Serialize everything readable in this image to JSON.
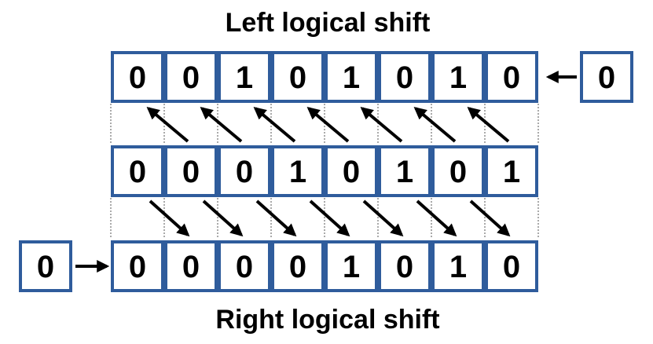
{
  "left_shift": {
    "title": "Left logical shift",
    "bits": [
      "0",
      "0",
      "1",
      "0",
      "1",
      "0",
      "1",
      "0"
    ],
    "fill_in": "0"
  },
  "original": {
    "bits": [
      "0",
      "0",
      "0",
      "1",
      "0",
      "1",
      "0",
      "1"
    ]
  },
  "right_shift": {
    "title": "Right logical shift",
    "bits": [
      "0",
      "0",
      "0",
      "0",
      "1",
      "0",
      "1",
      "0"
    ],
    "fill_in": "0"
  },
  "colors": {
    "cell_border": "#2f5c9c",
    "arrow": "#000000",
    "text": "#000000"
  }
}
